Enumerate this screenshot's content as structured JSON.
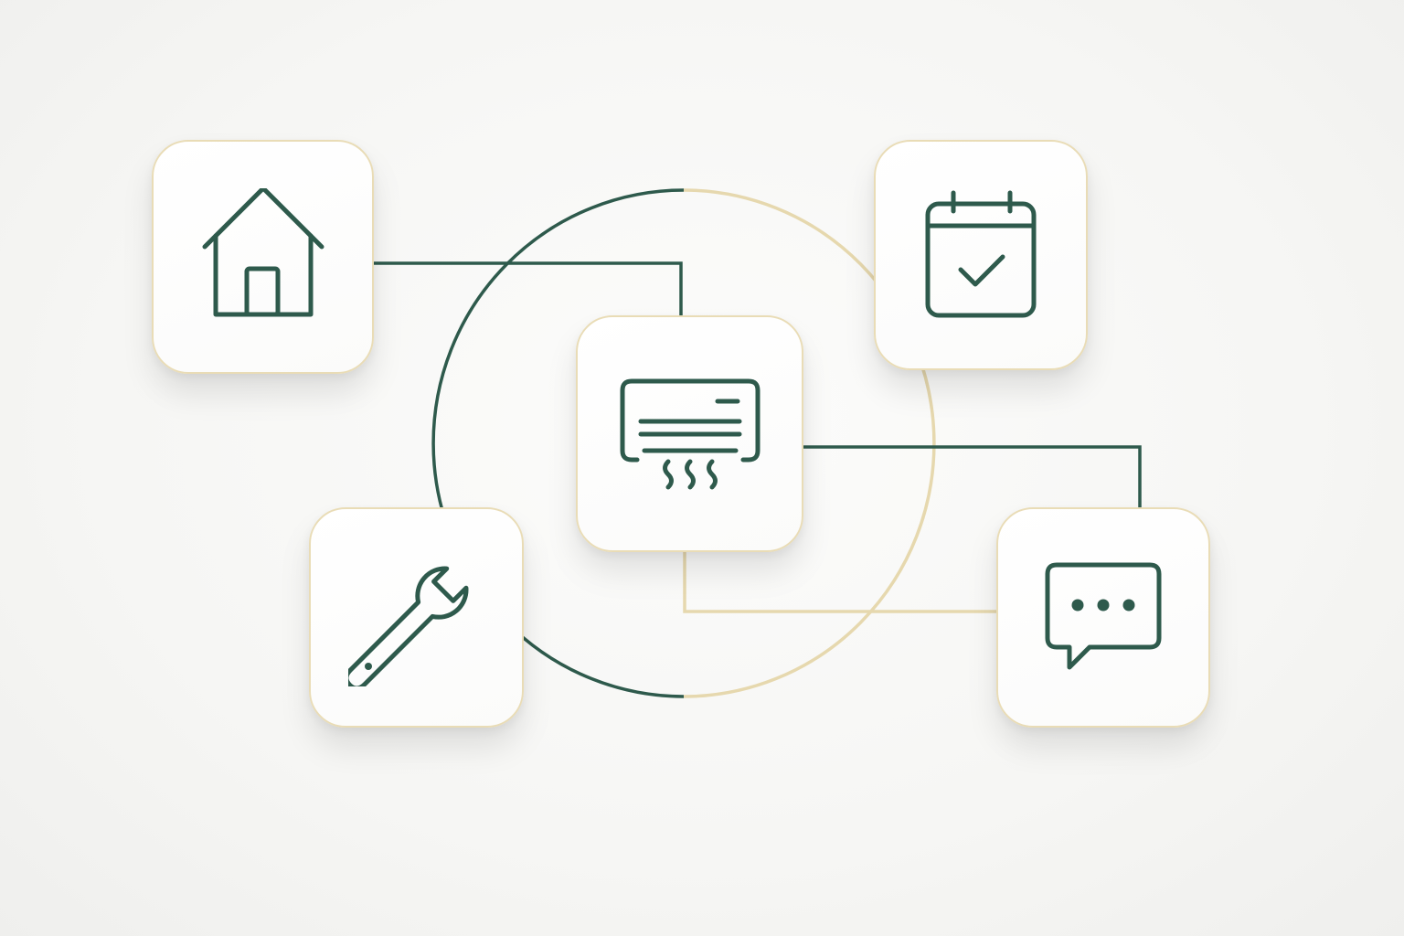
{
  "colors": {
    "background": "#f6f6f4",
    "tile_background": "#ffffff",
    "tile_border": "#e9dcb6",
    "icon_stroke": "#2e5a4c",
    "connector_green": "#2e5a4c",
    "connector_gold": "#e6d8ae"
  },
  "tiles": [
    {
      "id": "home",
      "icon": "house-icon"
    },
    {
      "id": "calendar",
      "icon": "calendar-check-icon"
    },
    {
      "id": "ac",
      "icon": "air-conditioner-icon"
    },
    {
      "id": "wrench",
      "icon": "wrench-icon"
    },
    {
      "id": "chat",
      "icon": "chat-bubble-icon"
    }
  ],
  "ring": {
    "halves": [
      "green",
      "gold"
    ]
  }
}
